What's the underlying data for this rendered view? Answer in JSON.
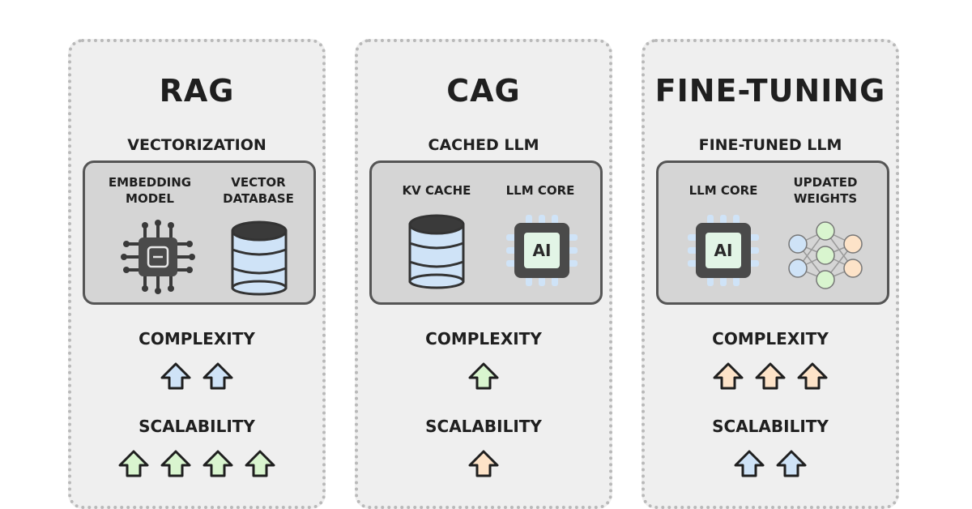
{
  "columns": [
    {
      "title": "RAG",
      "section": "VECTORIZATION",
      "components": [
        {
          "label": "EMBEDDING\nMODEL",
          "icon": "chip-icon"
        },
        {
          "label": "VECTOR\nDATABASE",
          "icon": "database-icon"
        }
      ],
      "complexity": {
        "label": "COMPLEXITY",
        "count": 2,
        "color": "#cfe3f7"
      },
      "scalability": {
        "label": "SCALABILITY",
        "count": 4,
        "color": "#d9f5cf"
      }
    },
    {
      "title": "CAG",
      "section": "CACHED LLM",
      "components": [
        {
          "label": "KV CACHE",
          "icon": "database-icon"
        },
        {
          "label": "LLM CORE",
          "icon": "ai-chip-icon",
          "icon_text": "AI"
        }
      ],
      "complexity": {
        "label": "COMPLEXITY",
        "count": 1,
        "color": "#d9f5cf"
      },
      "scalability": {
        "label": "SCALABILITY",
        "count": 1,
        "color": "#fde3c8"
      }
    },
    {
      "title": "FINE-TUNING",
      "section": "FINE-TUNED LLM",
      "components": [
        {
          "label": "LLM CORE",
          "icon": "ai-chip-icon",
          "icon_text": "AI"
        },
        {
          "label": "UPDATED\nWEIGHTS",
          "icon": "neural-network-icon"
        }
      ],
      "complexity": {
        "label": "COMPLEXITY",
        "count": 3,
        "color": "#fde3c8"
      },
      "scalability": {
        "label": "SCALABILITY",
        "count": 2,
        "color": "#cfe3f7"
      }
    }
  ],
  "colors": {
    "blue": "#cfe3f7",
    "green": "#d9f5cf",
    "peach": "#fde3c8",
    "dark": "#3a3a3a"
  }
}
